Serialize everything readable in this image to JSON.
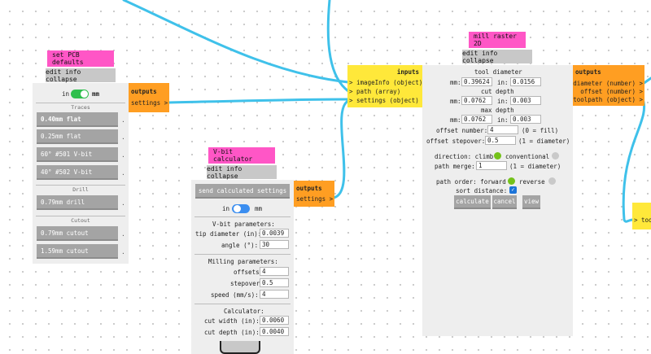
{
  "colors": {
    "wire": "#3fc1ea",
    "title": "#ff56c6",
    "inputs_bg": "#ffe83a",
    "outputs_bg": "#ff9e22",
    "toggle_green": "#2fbf4d",
    "toggle_blue": "#3b8ef0",
    "radio_green": "#74c21a",
    "checkbox": "#1c74d9"
  },
  "pcb": {
    "title": "set PCB defaults",
    "edit": "edit info collapse",
    "unit_in": "in",
    "unit_mm": "mm",
    "sec_traces": "Traces",
    "sec_drill": "Drill",
    "sec_cutout": "Cutout",
    "buttons": [
      "0.40mm flat",
      "0.25mm flat",
      "60° #501 V-bit",
      "40° #502 V-bit",
      "0.79mm drill",
      "0.79mm cutout",
      "1.59mm cutout"
    ],
    "dot": ".",
    "outputs_title": "outputs",
    "outputs_item": "settings >"
  },
  "vbit": {
    "title": "V-bit calculator",
    "edit": "edit info collapse",
    "send": "send calculated settings",
    "unit_in": "in",
    "unit_mm": "mm",
    "vbit_params": "V-bit parameters:",
    "tip_label": "tip diameter (in):",
    "tip_value": "0.0039",
    "angle_label": "angle (°):",
    "angle_value": "30",
    "milling_params": "Milling parameters:",
    "offsets_label": "offsets:",
    "offsets_value": "4",
    "stepover_label": "stepover:",
    "stepover_value": "0.5",
    "speed_label": "speed (mm/s):",
    "speed_value": "4",
    "calculator": "Calculator:",
    "cutwidth_label": "cut width (in):",
    "cutwidth_value": "0.0060",
    "cutdepth_label": "cut depth (in):",
    "cutdepth_value": "0.0040",
    "outputs_title": "outputs",
    "outputs_item": "settings >"
  },
  "mill": {
    "title": "mill raster 2D",
    "edit": "edit info collapse",
    "inputs_title": "inputs",
    "inputs": [
      "> imageInfo (object)",
      "> path (array)",
      "> settings (object)"
    ],
    "tool_diameter": "tool diameter",
    "td_mm": "0.39624",
    "td_in": "0.0156",
    "cut_depth": "cut depth",
    "cd_mm": "0.0762",
    "cd_in": "0.003",
    "max_depth": "max depth",
    "md_mm": "0.0762",
    "md_in": "0.003",
    "mm_label": "mm:",
    "in_label": "in:",
    "offset_number_label": "offset number:",
    "offset_number_value": "4",
    "offset_number_hint": "(0 = fill)",
    "offset_stepover_label": "offset stepover:",
    "offset_stepover_value": "0.5",
    "offset_stepover_hint": "(1 = diameter)",
    "direction_label": "direction: climb",
    "conventional": "conventional",
    "path_merge_label": "path merge:",
    "path_merge_value": "1",
    "path_merge_hint": "(1 = diameter)",
    "path_order_label": "path order: forward",
    "reverse": "reverse",
    "sort_distance": "sort distance:",
    "calculate": "calculate",
    "cancel": "cancel",
    "view": "view",
    "outputs_title": "outputs",
    "outputs": [
      "diameter (number) >",
      "offset (number) >",
      "toolpath (object) >"
    ]
  },
  "right_node": {
    "input": "> tool"
  }
}
